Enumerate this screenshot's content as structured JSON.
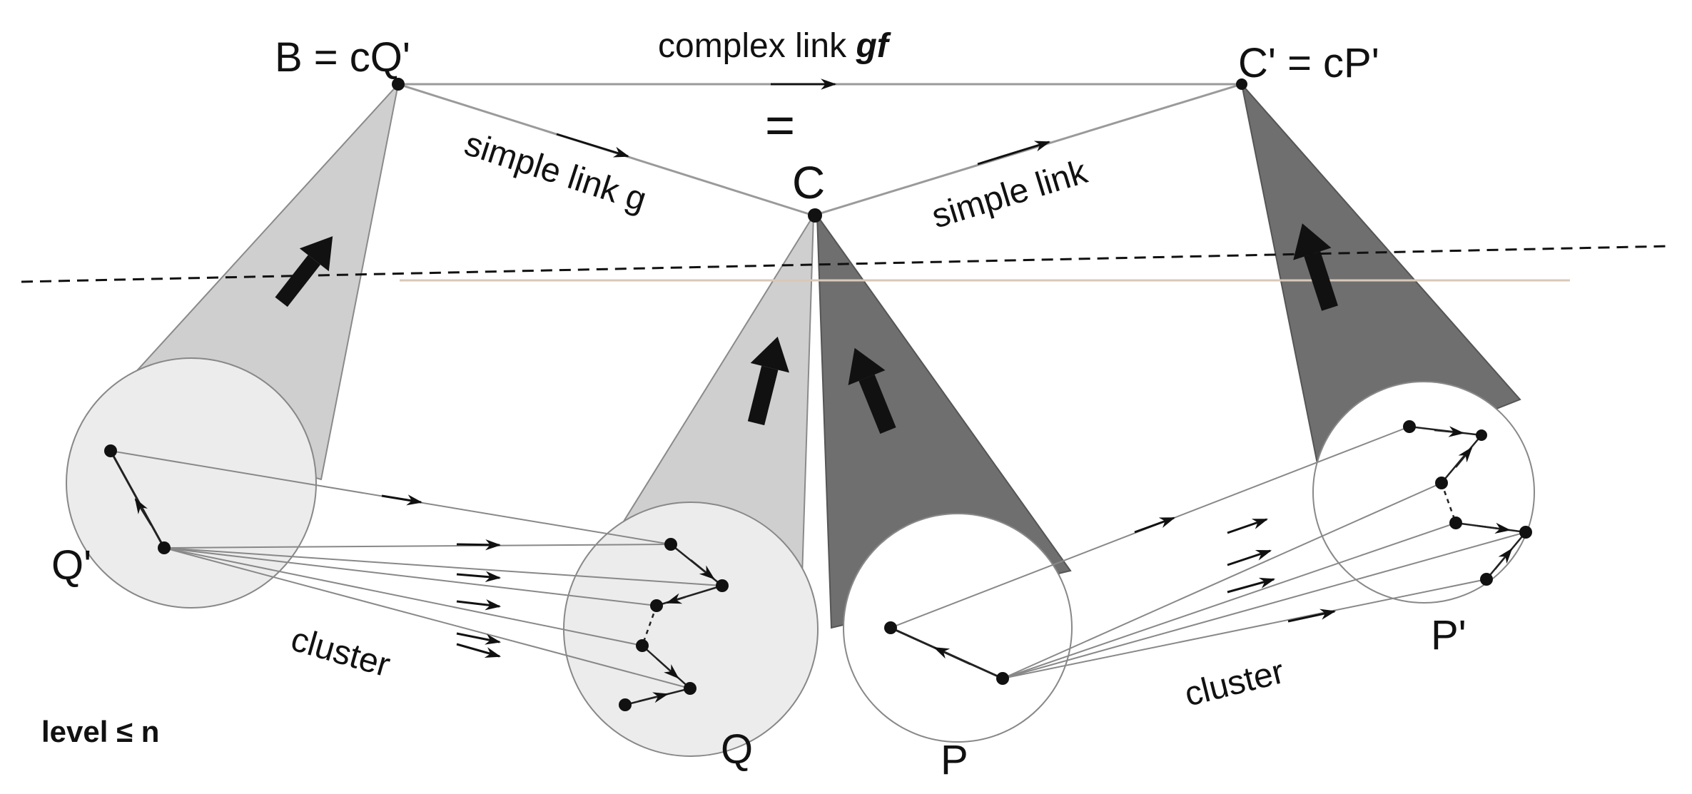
{
  "diagram": {
    "labels": {
      "B_eq": "B  = cQ'",
      "C_prime_eq": "C' = cP'",
      "C": "C",
      "equals": "=",
      "complex_link_text": "complex link ",
      "complex_link_gf": "gf",
      "simple_link_g": "simple link g",
      "simple_link": "simple link",
      "cluster_left": "cluster",
      "cluster_right": "cluster",
      "Q_prime": "Q'",
      "Q": "Q",
      "P": "P",
      "P_prime": "P'",
      "level": "level ≤ n"
    },
    "colors": {
      "light_cone": "#cfcfcf",
      "dark_cone": "#6f6f6f",
      "light_circle": "#ececec",
      "white_circle": "#ffffff",
      "line": "#9a9a9a",
      "ink": "#111111",
      "label_P": "#5a1a1a"
    }
  }
}
